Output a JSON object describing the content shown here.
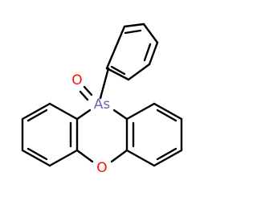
{
  "molecule": {
    "atoms": {
      "arsenic": {
        "label": "As",
        "color": "#7c5ea8"
      },
      "oxide_oxygen": {
        "label": "O",
        "color": "#ff0d0d"
      },
      "ring_oxygen": {
        "label": "O",
        "color": "#ff0d0d"
      }
    },
    "bond_color": "#000000"
  }
}
